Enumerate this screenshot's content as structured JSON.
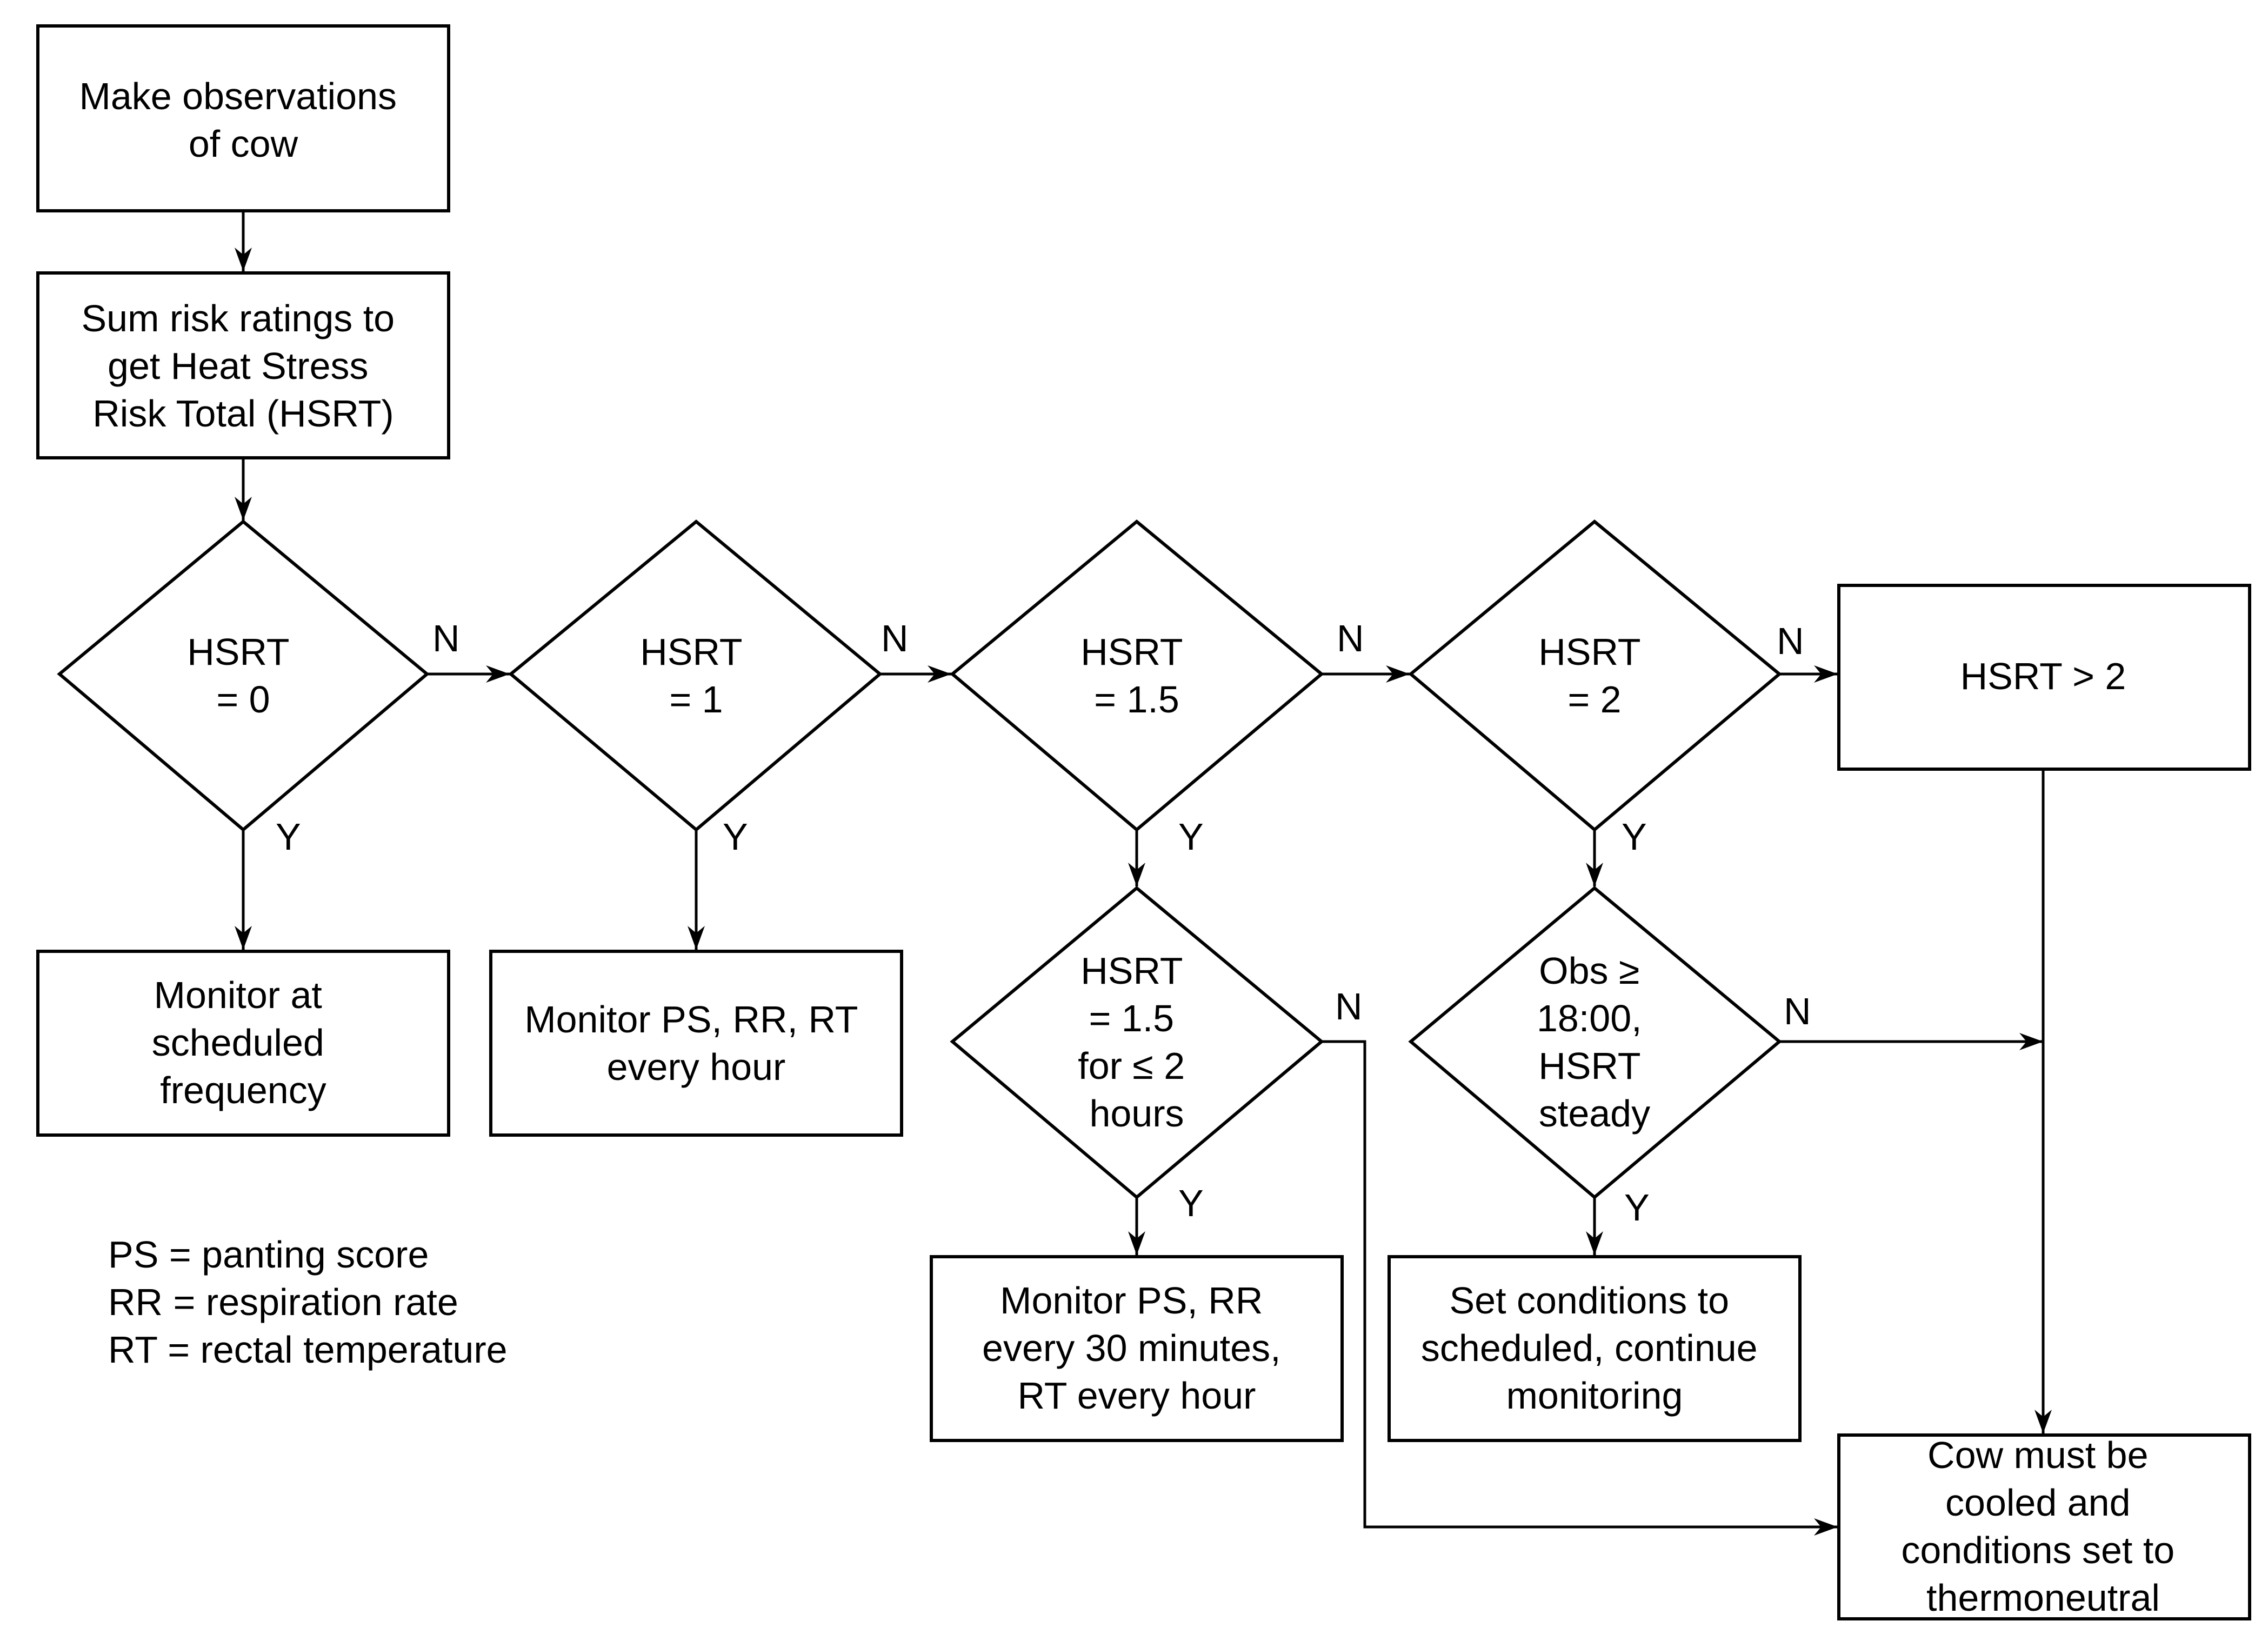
{
  "nodes": {
    "observe": {
      "lines": [
        "Make observations",
        "of cow"
      ]
    },
    "sum": {
      "lines": [
        "Sum risk ratings to",
        "get Heat Stress",
        "Risk Total (HSRT)"
      ]
    },
    "d0": {
      "lines": [
        "HSRT",
        "= 0"
      ]
    },
    "d1": {
      "lines": [
        "HSRT",
        "= 1"
      ]
    },
    "d15": {
      "lines": [
        "HSRT",
        "= 1.5"
      ]
    },
    "d2": {
      "lines": [
        "HSRT",
        "= 2"
      ]
    },
    "gt2": {
      "lines": [
        "HSRT > 2"
      ]
    },
    "monitor_sched": {
      "lines": [
        "Monitor at",
        "scheduled",
        "frequency"
      ]
    },
    "monitor_hour": {
      "lines": [
        "Monitor PS, RR, RT",
        "every hour"
      ]
    },
    "d15_duration": {
      "lines": [
        "HSRT",
        "= 1.5",
        "for ≤ 2",
        "hours"
      ]
    },
    "d_obs": {
      "lines": [
        "Obs ≥",
        "18:00,",
        "HSRT",
        "steady"
      ]
    },
    "monitor_30": {
      "lines": [
        "Monitor PS, RR",
        "every 30 minutes,",
        "RT every hour"
      ]
    },
    "set_sched": {
      "lines": [
        "Set conditions to",
        "scheduled, continue",
        "monitoring"
      ]
    },
    "cool": {
      "lines": [
        "Cow must be",
        "cooled and",
        "conditions set to",
        "thermoneutral"
      ]
    }
  },
  "edge_labels": {
    "yes": "Y",
    "no": "N"
  },
  "legend": [
    "PS = panting score",
    "RR = respiration rate",
    "RT = rectal temperature"
  ]
}
